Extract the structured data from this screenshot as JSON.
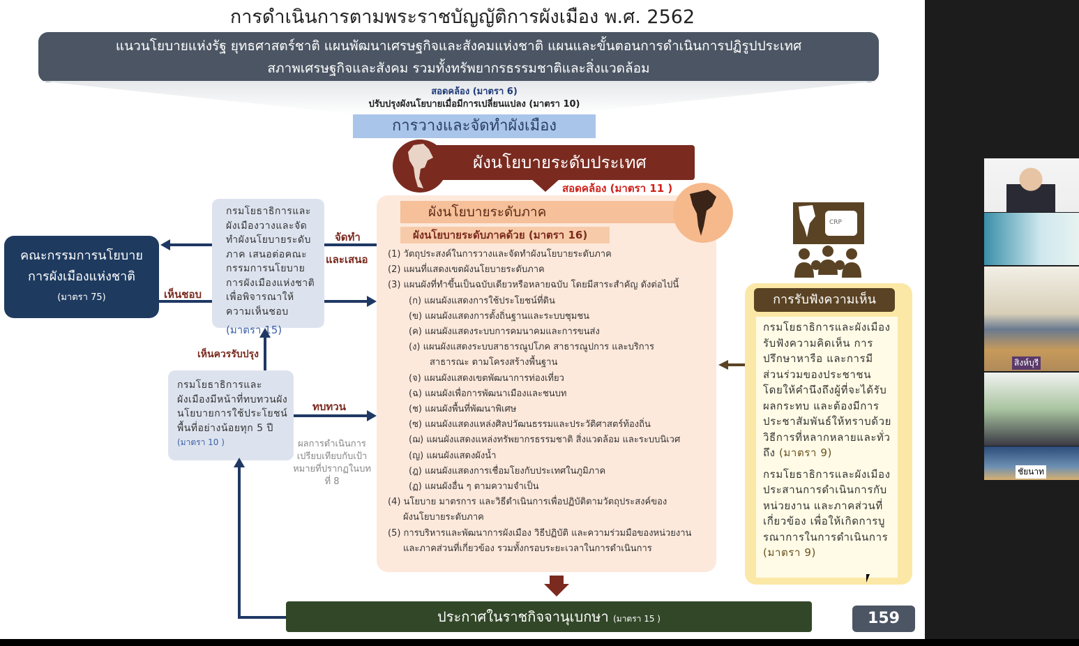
{
  "slide": {
    "title": "การดำเนินการตามพระราชบัญญัติการผังเมือง พ.ศ. 2562",
    "banner": [
      "แนวนโยบายแห่งรัฐ ยุทธศาสตร์ชาติ แผนพัฒนาเศรษฐกิจและสังคมแห่งชาติ แผนและขั้นตอนการดำเนินการปฏิรูปประเทศ",
      "สภาพเศรษฐกิจและสังคม รวมทั้งทรัพยากรธรรมชาติและสิ่งแวดล้อม"
    ],
    "consistent_note": "สอดคล้อง (มาตรา 6)",
    "revise_note": "ปรับปรุงผังนโยบายเมื่อมีการเปลี่ยนแปลง (มาตรา 10)",
    "planning_label": "การวางและจัดทำผังเมือง",
    "national_plan": "ผังนโยบายระดับประเทศ",
    "consistent_11": "สอดคล้อง (มาตรา 11 )",
    "regional_plan": "ผังนโยบายระดับภาค",
    "regional_sub": "ผังนโยบายระดับภาคด้วย (มาตรา 16)",
    "list": [
      {
        "level": 0,
        "text": "(1) วัตถุประสงค์ในการวางและจัดทำผังนโยบายระดับภาค"
      },
      {
        "level": 0,
        "text": "(2) แผนที่แสดงเขตผังนโยบายระดับภาค"
      },
      {
        "level": 0,
        "text": "(3) แผนผังที่ทำขึ้นเป็นฉบับเดียวหรือหลายฉบับ โดยมีสาระสำคัญ ดังต่อไปนี้"
      },
      {
        "level": 1,
        "text": "(ก) แผนผังแสดงการใช้ประโยชน์ที่ดิน"
      },
      {
        "level": 1,
        "text": "(ข) แผนผังแสดงการตั้งถิ่นฐานและระบบชุมชน"
      },
      {
        "level": 1,
        "text": "(ค) แผนผังแสดงระบบการคมนาคมและการขนส่ง"
      },
      {
        "level": 1,
        "text": "(ง) แผนผังแสดงระบบสาธารณูปโภค สาธารณูปการ และบริการ"
      },
      {
        "level": 2,
        "text": "สาธารณะ ตามโครงสร้างพื้นฐาน"
      },
      {
        "level": 1,
        "text": "(จ) แผนผังแสดงเขตพัฒนาการท่องเที่ยว"
      },
      {
        "level": 1,
        "text": "(ฉ) แผนผังเพื่อการพัฒนาเมืองและชนบท"
      },
      {
        "level": 1,
        "text": "(ช) แผนผังพื้นที่พัฒนาพิเศษ"
      },
      {
        "level": 1,
        "text": "(ซ) แผนผังแสดงแหล่งศิลปวัฒนธรรมและประวัติศาสตร์ท้องถิ่น"
      },
      {
        "level": 1,
        "text": "(ฌ) แผนผังแสดงแหล่งทรัพยากรธรรมชาติ สิ่งแวดล้อม และระบบนิเวศ"
      },
      {
        "level": 1,
        "text": "(ญ) แผนผังแสดงผังน้ำ"
      },
      {
        "level": 1,
        "text": "(ฎ) แผนผังแสดงการเชื่อมโยงกับประเทศในภูมิภาค"
      },
      {
        "level": 1,
        "text": "(ฏ) แผนผังอื่น ๆ ตามความจำเป็น"
      },
      {
        "level": 0,
        "text": "(4) นโยบาย มาตรการ และวิธีดำเนินการเพื่อปฏิบัติตามวัตถุประสงค์ของ"
      },
      {
        "level": 3,
        "text": "ผังนโยบายระดับภาค"
      },
      {
        "level": 0,
        "text": "(5) การบริหารและพัฒนาการผังเมือง วิธีปฏิบัติ และความร่วมมือของหน่วยงาน"
      },
      {
        "level": 3,
        "text": "และภาคส่วนที่เกี่ยวข้อง รวมทั้งกรอบระยะเวลาในการดำเนินการ"
      }
    ],
    "committee": {
      "line1": "คณะกรรมการนโยบาย",
      "line2": "การผังเมืองแห่งชาติ",
      "section": "(มาตรา 75)"
    },
    "dept_propose": {
      "text": "กรมโยธาธิการและผังเมืองวางและจัดทำผังนโยบายระดับภาค เสนอต่อคณะกรรมการนโยบายการผังเมืองแห่งชาติเพื่อพิจารณาให้ความเห็นชอบ",
      "section": "(มาตรา 15)"
    },
    "dept_review": {
      "text": "กรมโยธาธิการและผังเมืองมีหน้าที่ทบทวนผังนโยบายการใช้ประโยชน์พื้นที่อย่างน้อยทุก 5 ปี",
      "section": "(มาตรา 10 )"
    },
    "labels": {
      "draft": "จัดทำ",
      "propose": "และเสนอ",
      "approve": "เห็นชอบ",
      "improve": "เห็นควรรับปรุง",
      "review": "ทบทวน"
    },
    "result_note": "ผลการดำเนินการเปรียบเทียบกับเป้าหมายที่ปรากฏในบทที่ 8",
    "hearing": {
      "title": "การรับฟังความเห็น",
      "p1": "กรมโยธาธิการและผังเมืองรับฟังความคิดเห็น การปรึกษาหารือ และการมีส่วนร่วมของประชาชน โดยให้คำนึงถึงผู้ที่จะได้รับผลกระทบ และต้องมีการประชาสัมพันธ์ให้ทราบด้วยวิธีการที่หลากหลายและทั่วถึง",
      "p1_section": "(มาตรา 9)",
      "p2": "กรมโยธาธิการและผังเมืองประสานการดำเนินการกับหน่วยงาน และภาคส่วนที่เกี่ยวข้อง เพื่อให้เกิดการบูรณาการในการดำเนินการ",
      "p2_section": "(มาตรา 9)"
    },
    "crp_label": "CRP",
    "gazette": {
      "text": "ประกาศในราชกิจจานุเบกษา",
      "section": "(มาตรา 15 )"
    },
    "page_number": "159"
  },
  "video_tiles": [
    {
      "label": ""
    },
    {
      "label": ""
    },
    {
      "label": "สิงห์บุรี"
    },
    {
      "label": ""
    },
    {
      "label": "ชัยนาท"
    }
  ],
  "colors": {
    "banner": "#4b5563",
    "national": "#7a2a1f",
    "committee": "#1e3a5f",
    "arrow": "#1f3864",
    "gazette": "#324728",
    "hearing_header": "#5a4324"
  }
}
